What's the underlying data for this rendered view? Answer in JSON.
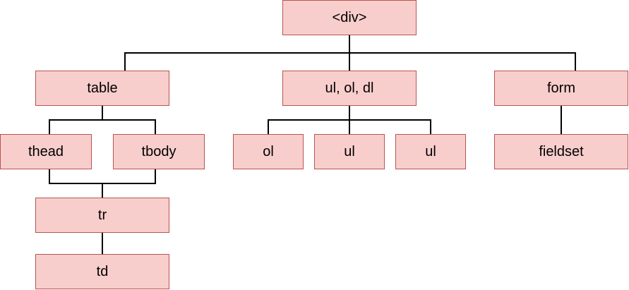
{
  "nodes": {
    "div": "<div>",
    "table": "table",
    "lists": "ul, ol, dl",
    "form": "form",
    "thead": "thead",
    "tbody": "tbody",
    "ol": "ol",
    "ul1": "ul",
    "ul2": "ul",
    "fieldset": "fieldset",
    "tr": "tr",
    "td": "td"
  },
  "colors": {
    "node_fill": "#f8cecc",
    "node_border": "#b85450",
    "connector": "#000000"
  }
}
